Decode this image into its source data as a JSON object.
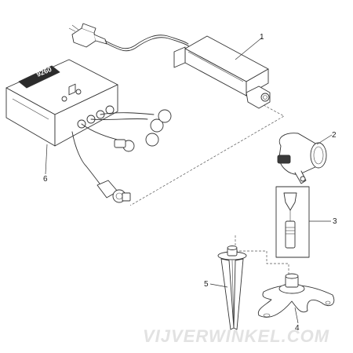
{
  "watermark": "VIJVERWINKEL.COM",
  "controller_brand": "9260",
  "callouts": [
    {
      "label": "1",
      "part": "power-supply"
    },
    {
      "label": "2",
      "part": "spotlight"
    },
    {
      "label": "3",
      "part": "mounting-adapter"
    },
    {
      "label": "4",
      "part": "ground-stand"
    },
    {
      "label": "5",
      "part": "ground-spike"
    },
    {
      "label": "6",
      "part": "controller"
    }
  ]
}
